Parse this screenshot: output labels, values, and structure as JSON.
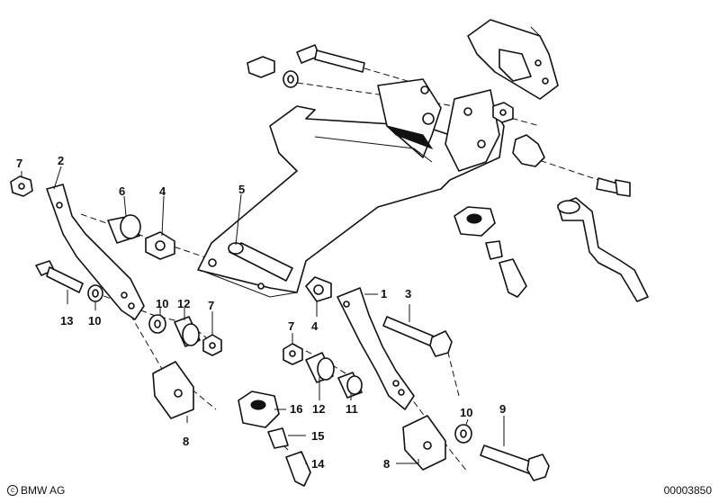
{
  "diagram": {
    "copyright_label": "BMW AG",
    "copyright_icon": "copyright-icon",
    "diagram_number": "00003850"
  },
  "callouts": [
    {
      "id": "c7a",
      "text": "7"
    },
    {
      "id": "c2",
      "text": "2"
    },
    {
      "id": "c6",
      "text": "6"
    },
    {
      "id": "c4a",
      "text": "4"
    },
    {
      "id": "c5",
      "text": "5"
    },
    {
      "id": "c13",
      "text": "13"
    },
    {
      "id": "c10a",
      "text": "10"
    },
    {
      "id": "c10b",
      "text": "10"
    },
    {
      "id": "c12a",
      "text": "12"
    },
    {
      "id": "c7b",
      "text": "7"
    },
    {
      "id": "c1",
      "text": "1"
    },
    {
      "id": "c3",
      "text": "3"
    },
    {
      "id": "c7c",
      "text": "7"
    },
    {
      "id": "c4b",
      "text": "4"
    },
    {
      "id": "c16",
      "text": "16"
    },
    {
      "id": "c12b",
      "text": "12"
    },
    {
      "id": "c11",
      "text": "11"
    },
    {
      "id": "c10c",
      "text": "10"
    },
    {
      "id": "c9",
      "text": "9"
    },
    {
      "id": "c15",
      "text": "15"
    },
    {
      "id": "c14",
      "text": "14"
    },
    {
      "id": "c8a",
      "text": "8"
    },
    {
      "id": "c8b",
      "text": "8"
    }
  ]
}
